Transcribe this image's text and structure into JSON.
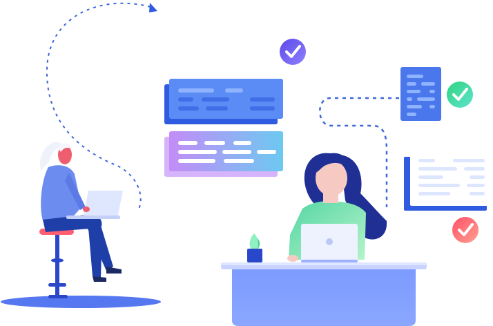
{
  "scene": {
    "left_person": {
      "hair": "#f4f6fb",
      "skin": "#ef5e6f",
      "shirt": "#6d8cf0",
      "pants": "#1f3fa8",
      "shoes": "#1b2a63",
      "laptop": "#dfe7ff",
      "stool_seat": "#ff5f73",
      "stool_pole": "#2a47c9"
    },
    "right_person": {
      "hair": "#1f2f94",
      "skin": "#f6c9c3",
      "shirt_gradient": [
        "#54d6a4",
        "#b6f3c9"
      ],
      "laptop": "#eef2ff"
    },
    "desk": {
      "top": "#c8d4ff",
      "body": "#7f9cff"
    },
    "plant": {
      "leaves": "#4cc98e",
      "pot": "#2948c9"
    },
    "cards": {
      "dark_blue": "#2f5be0",
      "mid_blue": "#5b8bf5",
      "gradient": [
        "#c38cf8",
        "#6cc9f0"
      ],
      "light_lines": "#dde6ff"
    },
    "check_badges": [
      {
        "name": "purple",
        "colors": [
          "#6a5af0",
          "#8a7cfb"
        ]
      },
      {
        "name": "green",
        "colors": [
          "#3ad68e",
          "#58e0c5"
        ]
      },
      {
        "name": "red",
        "colors": [
          "#ff5f6f",
          "#ff9c8f"
        ]
      }
    ],
    "dashed_path": "#3e68d8",
    "floor_shadow": "#5578f0"
  }
}
